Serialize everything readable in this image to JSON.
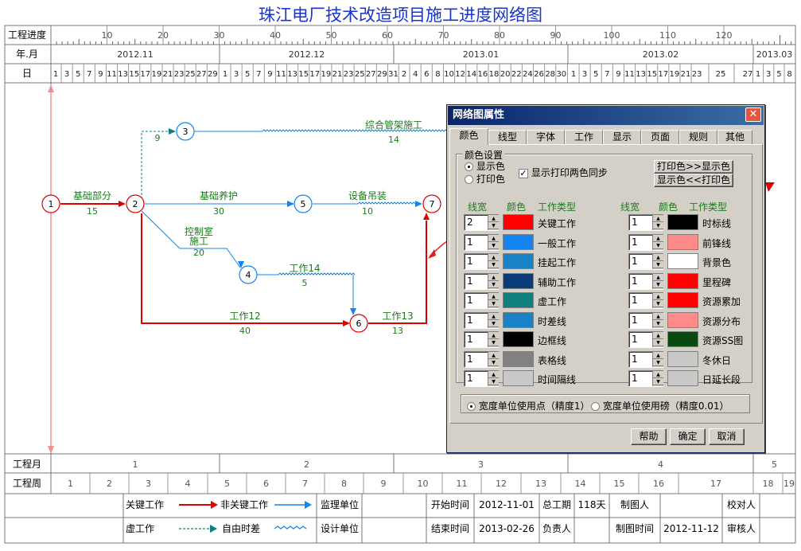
{
  "title": "珠江电厂技术改造项目施工进度网络图",
  "header": {
    "progress_label": "工程进度",
    "progress_ticks": [
      "10",
      "20",
      "30",
      "40",
      "50",
      "60",
      "70",
      "80",
      "90",
      "100",
      "110",
      "120"
    ],
    "month_label": "年.月",
    "months": [
      "2012.11",
      "2012.12",
      "2013.01",
      "2013.02",
      "2013.03"
    ],
    "day_label": "日",
    "days": [
      "1",
      "3",
      "5",
      "7",
      "9",
      "11",
      "13",
      "15",
      "17",
      "19",
      "21",
      "23",
      "25",
      "27",
      "29",
      "1",
      "3",
      "5",
      "7",
      "9",
      "11",
      "13",
      "15",
      "17",
      "19",
      "21",
      "23",
      "25",
      "27",
      "29",
      "31",
      "2",
      "4",
      "6",
      "8",
      "10",
      "12",
      "14",
      "16",
      "18",
      "20",
      "22",
      "24",
      "26",
      "28",
      "30",
      "1",
      "3",
      "5",
      "7",
      "9",
      "11",
      "13",
      "15",
      "17",
      "19",
      "21",
      "23",
      "25",
      "27",
      "1",
      "3",
      "5",
      "8"
    ]
  },
  "network": {
    "nodes": [
      "1",
      "2",
      "3",
      "4",
      "5",
      "6",
      "7"
    ],
    "activities": [
      {
        "name": "基础部分",
        "duration": "15",
        "kind": "critical"
      },
      {
        "name": "",
        "duration": "9",
        "kind": "virtual"
      },
      {
        "name": "综合管架施工",
        "duration": "14",
        "kind": "normal"
      },
      {
        "name": "基础养护",
        "duration": "30",
        "kind": "normal"
      },
      {
        "name": "设备吊装",
        "duration": "10",
        "kind": "normal"
      },
      {
        "name": "控制室",
        "name2": "施工",
        "duration": "20",
        "kind": "normal"
      },
      {
        "name": "工作14",
        "duration": "5",
        "kind": "normal"
      },
      {
        "name": "工作12",
        "duration": "40",
        "kind": "critical"
      },
      {
        "name": "工作13",
        "duration": "13",
        "kind": "critical"
      }
    ]
  },
  "footer": {
    "month_row_label": "工程月",
    "months": [
      "1",
      "2",
      "3",
      "4",
      "5"
    ],
    "week_row_label": "工程周",
    "weeks": [
      "1",
      "2",
      "3",
      "4",
      "5",
      "6",
      "7",
      "8",
      "9",
      "10",
      "11",
      "12",
      "13",
      "14",
      "15",
      "16",
      "17",
      "18",
      "19"
    ],
    "legend": {
      "critical": "关键工作",
      "noncritical": "非关键工作",
      "virtual": "虚工作",
      "free_float": "自由时差"
    },
    "info": {
      "supervisor_label": "监理单位",
      "designer_label": "设计单位",
      "start_label": "开始时间",
      "start_value": "2012-11-01",
      "end_label": "结束时间",
      "end_value": "2013-02-26",
      "total_label": "总工期",
      "total_value": "118天",
      "owner_label": "负责人",
      "drafter_label": "制图人",
      "draw_time_label": "制图时间",
      "draw_time_value": "2012-11-12",
      "checker_label": "校对人",
      "auditor_label": "审核人"
    }
  },
  "dialog": {
    "title": "网络图属性",
    "close": "✕",
    "tabs": [
      "颜色",
      "线型",
      "字体",
      "工作",
      "显示",
      "页面",
      "规则",
      "其他"
    ],
    "active_tab": "颜色",
    "group_title": "颜色设置",
    "radio_display": "显示色",
    "radio_print": "打印色",
    "sync_label": "显示打印两色同步",
    "btn_print_to_display": "打印色>>显示色",
    "btn_display_to_print": "显示色<<打印色",
    "col_width": "线宽",
    "col_color": "颜色",
    "col_type": "工作类型",
    "left_rows": [
      {
        "width": "2",
        "color": "#ff0000",
        "label": "关键工作"
      },
      {
        "width": "1",
        "color": "#1484f0",
        "label": "一般工作"
      },
      {
        "width": "1",
        "color": "#1a82c6",
        "label": "挂起工作"
      },
      {
        "width": "1",
        "color": "#0b3a78",
        "label": "辅助工作"
      },
      {
        "width": "1",
        "color": "#0f7f7f",
        "label": "虚工作"
      },
      {
        "width": "1",
        "color": "#1a82c6",
        "label": "时差线"
      },
      {
        "width": "1",
        "color": "#000000",
        "label": "边框线"
      },
      {
        "width": "1",
        "color": "#828282",
        "label": "表格线"
      },
      {
        "width": "1",
        "color": "#c9c9c9",
        "label": "时间隔线"
      }
    ],
    "right_rows": [
      {
        "width": "1",
        "color": "#000000",
        "label": "时标线"
      },
      {
        "width": "1",
        "color": "#ff8a8a",
        "label": "前锋线"
      },
      {
        "width": "1",
        "color": "#ffffff",
        "label": "背景色"
      },
      {
        "width": "1",
        "color": "#ff0000",
        "label": "里程碑"
      },
      {
        "width": "1",
        "color": "#ff0000",
        "label": "资源累加"
      },
      {
        "width": "1",
        "color": "#ff8a8a",
        "label": "资源分布"
      },
      {
        "width": "1",
        "color": "#0a4a10",
        "label": "资源SS图"
      },
      {
        "width": "1",
        "color": "#c9c9c9",
        "label": "冬休日"
      },
      {
        "width": "1",
        "color": "#c9c9c9",
        "label": "日延长段"
      }
    ],
    "unit_point": "宽度单位使用点（精度1）",
    "unit_pound": "宽度单位使用磅（精度0.01）",
    "btn_help": "帮助",
    "btn_ok": "确定",
    "btn_cancel": "取消"
  }
}
